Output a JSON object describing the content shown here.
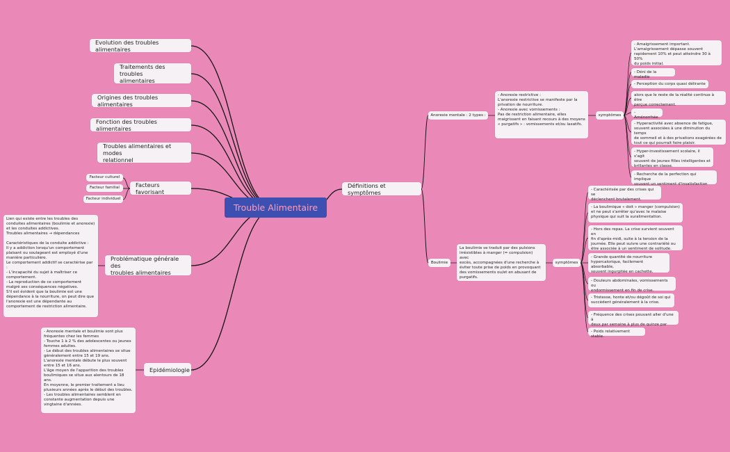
{
  "root": "Trouble Alimentaire",
  "colors": {
    "background": "#ea88b8",
    "root_fill": "#3d4fb1",
    "root_text": "#ff9cc0",
    "node_fill": "#f6f1f4",
    "link": "#111111"
  },
  "left": {
    "evolution": "Evolution des troubles alimentaires",
    "traitements": "Traitements des troubles\nalimentaires",
    "origines": "Origines des troubles alimentaires",
    "fonction": "Fonction des troubles alimentaires",
    "relationnel": "Troubles alimentaires et modes\nrelationnel",
    "facteurs": {
      "label": "Facteurs favorisant",
      "children": [
        "Facteur culturel",
        "Facteur familial",
        "Facteur individuel"
      ]
    },
    "problematique": {
      "label": "Problématique générale des\ntroubles alimentaires",
      "note": "Lien qui existe entre les troubles des\nconduites alimentaires (boulimie et anorexie)\net les conduites addictives.\n Troubles alimentaires → dépendances\n\nCaractéristiques de la conduite addictive :\nIl y a addiction lorsqu'un comportement\nplaisant ou soulageant est employé d'une\nmanière particulière.\nLe comportement addictif se caractérise par :\n- L'incapacité du sujet à maîtriser ce\ncomportement.\n- La reproduction de ce comportement\nmalgré ses conséquences négatives.\nS'il est évident que la boulimie est une\ndépendance à la nourriture, on peut dire que\nl'anorexie est une dépendante au\ncomportement de restriction alimentaire."
    },
    "epidemiologie": {
      "label": "Epidémiologie",
      "note": "- Anorexie mentale et boulimie sont plus\nfréquentes chez les femmes\n- Touche 1 à 2 % des adolescentes ou jeunes\nfemmes adultes.\n- Le début des troubles alimentaires se situe\ngénéralement entre 15 et 19 ans.\nL'anorexie mentale débute le plus souvent\nentre 15 et 16 ans.\nL'âge moyen de l'apparition des troubles\nboulimiques se situe aux alentours de 18 ans.\nEn moyenne, le premier traitement a lieu\nplusieurs années après le début des troubles.\n- Les troubles alimentaires semblent en\nconstante augmentation depuis une\nvingtaine d'années."
    }
  },
  "right": {
    "definitions": "Définitions et symptômes",
    "anorexie": {
      "label": "Anorexie mentale : 2 types :",
      "note": "- Anorexie restrictive :\nL'anorexie restrictive se manifeste par la\nprivation de nourriture.\n- Anorexie avec vomissements :\nPas de restriction alimentaire, elles\nmaigrissent en faisant recours à des moyens\n« purgatifs » : vomissements et/ou laxatifs.",
      "symptomes_label": "symptômes",
      "symptomes": [
        "- Amaigrissement important.\nL'amaigrissement dépasse souvent\nrapidement 10% et peut atteindre 30 à 50%\ndu poids initial.",
        "- Déni de la maladie",
        "- Perception du corps quasi délirante",
        "alors que le reste de la réalité continue à être\nperçue correctement.",
        "- Aménorrhée",
        "- Hyperactivité avec absence de fatigue,\nsouvent associées à une diminution du temps\nde sommeil et à des privations exagérées de\ntout ce qui pourrait faire plaisir.",
        "- Hyper-investissement scolaire, il s'agit\nsouvent de jeunes filles intelligentes et\nbrillantes en classe.",
        "- Recherche de la perfection qui implique\nsouvent un sentiment d'insatisfaction"
      ]
    },
    "boulimie": {
      "label": "Boulimie",
      "note": "La boulimie se traduit par des pulsions\nirrésistibles à manger (= compulsion) avec\nexcès, accompagnées d'une recherche à\néviter toute prise de poids en provoquant\ndes vomissements ou/et en abusant de\npurgatifs.",
      "symptomes_label": "symptômes",
      "symptomes": [
        "- Caractérisée par des crises qui se\ndéclenchent brutalement.",
        "- La boulimique « doit » manger (compulsion)\net ne peut s'arrêter qu'avec le malaise\nphysique qui suit la suralimentation.",
        "- Hors des repas. La crise survient souvent en\nfin d'après-midi, suite à la tension de la\njournée. Elle peut suivre une contrariété ou\nêtre associée à un sentiment de solitude.",
        "- Grande quantité de nourriture\nhypercalorique, facilement absorbable,\nsouvent ingurgitée en cachette.",
        "- Douleurs abdominales, vomissements ou\nendormissement en fin de crise.",
        "- Tristesse, honte et/ou dégoût de soi qui\nsuccèdent généralement à la crise.",
        "- Fréquence des crises pouvant aller d'une à\ndeux par semaine à plus de quinze par jour.",
        "- Poids relativement stable."
      ]
    }
  }
}
